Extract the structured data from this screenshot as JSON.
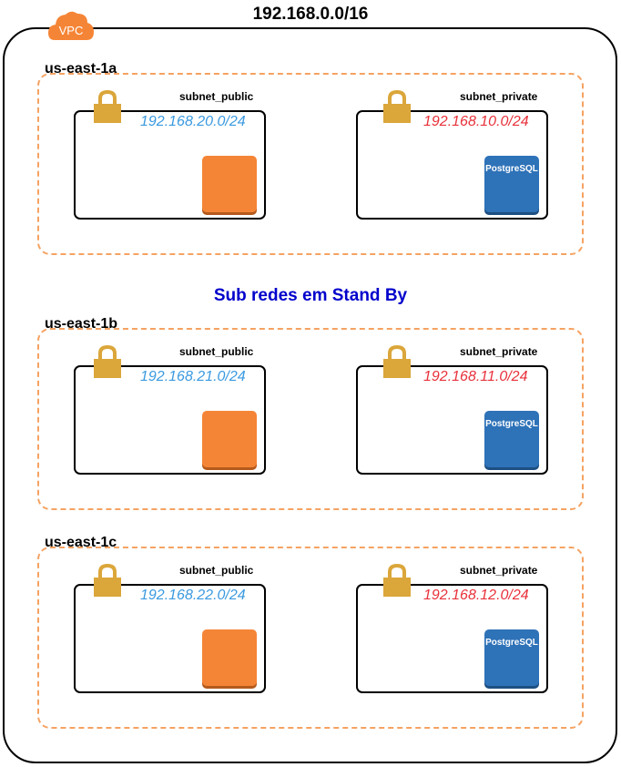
{
  "vpc": {
    "cidr": "192.168.0.0/16",
    "badge_label": "VPC",
    "badge_color": "#f58536"
  },
  "standby_label": "Sub redes em Stand By",
  "colors": {
    "public_cidr": "#3b9ae0",
    "private_cidr": "#e8323c",
    "standby": "#0000cc",
    "az_border": "#f5a262",
    "ec2": "#f58536",
    "postgres": "#2e72b8",
    "lock": "#dba63a"
  },
  "zones": [
    {
      "name": "us-east-1a",
      "public": {
        "name": "subnet_public",
        "cidr": "192.168.20.0/24",
        "icon": "ec2-instance-icon"
      },
      "private": {
        "name": "subnet_private",
        "cidr": "192.168.10.0/24",
        "icon": "postgresql-icon",
        "icon_label": "PostgreSQL"
      }
    },
    {
      "name": "us-east-1b",
      "public": {
        "name": "subnet_public",
        "cidr": "192.168.21.0/24",
        "icon": "ec2-instance-icon"
      },
      "private": {
        "name": "subnet_private",
        "cidr": "192.168.11.0/24",
        "icon": "postgresql-icon",
        "icon_label": "PostgreSQL"
      }
    },
    {
      "name": "us-east-1c",
      "public": {
        "name": "subnet_public",
        "cidr": "192.168.22.0/24",
        "icon": "ec2-instance-icon"
      },
      "private": {
        "name": "subnet_private",
        "cidr": "192.168.12.0/24",
        "icon": "postgresql-icon",
        "icon_label": "PostgreSQL"
      }
    }
  ]
}
